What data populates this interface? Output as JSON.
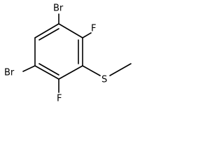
{
  "molecule": {
    "atoms": {
      "br_top": "Br",
      "f_top": "F",
      "s": "S",
      "f_bottom": "F",
      "br_bottom": "Br"
    }
  }
}
